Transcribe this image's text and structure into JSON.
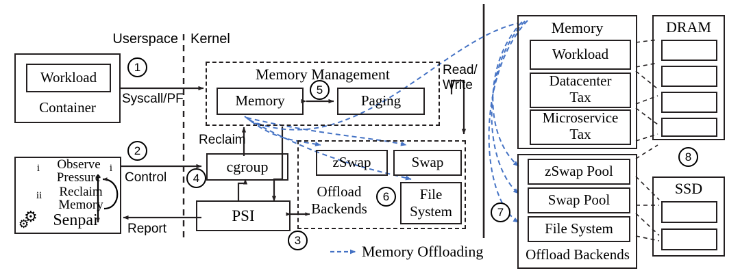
{
  "figure": {
    "title": "Senpai memory offloading architecture",
    "accent_blue": "#4472c4",
    "stroke": "#231f20"
  },
  "regions": {
    "userspace_label": "Userspace",
    "kernel_label": "Kernel"
  },
  "userspace": {
    "container": {
      "outer_label": "Container",
      "inner_label": "Workload"
    },
    "senpai": {
      "name": "Senpai",
      "steps": [
        {
          "numeral": "i",
          "text": "Observe\nPressure"
        },
        {
          "numeral": "ii",
          "text": "Reclaim\nMemory"
        }
      ]
    }
  },
  "kernel": {
    "memory_management": {
      "title": "Memory Management",
      "memory_label": "Memory",
      "paging_label": "Paging"
    },
    "cgroup_label": "cgroup",
    "psi_label": "PSI",
    "offload_backends": {
      "title": "Offload\nBackends",
      "zswap_label": "zSwap",
      "swap_label": "Swap",
      "filesystem_label": "File\nSystem"
    }
  },
  "edge_labels": {
    "syscall_pf": "Syscall/PF",
    "control": "Control",
    "report": "Report",
    "reclaim": "Reclaim",
    "read_write": "Read/\nWrite"
  },
  "right_panel": {
    "memory": {
      "title": "Memory",
      "items": [
        "Workload",
        "Datacenter\nTax",
        "Microservice\nTax"
      ]
    },
    "offload_backends": {
      "title": "Offload Backends",
      "items": [
        "zSwap Pool",
        "Swap Pool",
        "File System"
      ]
    },
    "dram": {
      "title": "DRAM",
      "slot_count": 4
    },
    "ssd": {
      "title": "SSD",
      "slot_count": 2
    }
  },
  "steps": {
    "s1": "1",
    "s2": "2",
    "s3": "3",
    "s4": "4",
    "s5": "5",
    "s6": "6",
    "s7": "7",
    "s8": "8"
  },
  "legend": {
    "memory_offloading": "Memory  Offloading"
  }
}
